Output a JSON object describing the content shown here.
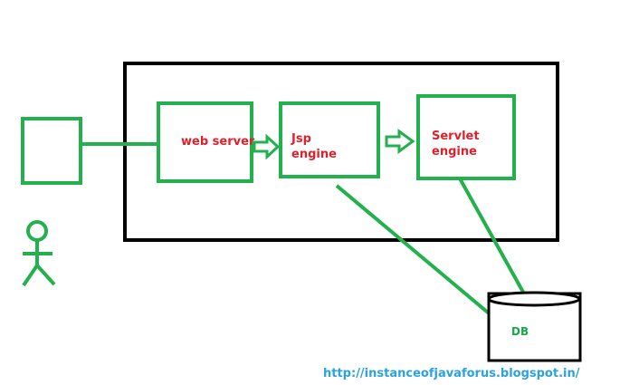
{
  "colors": {
    "box_outline": "#22b14c",
    "container_outline": "#000000",
    "label_red": "#e0202b",
    "label_green": "#1aa94a",
    "url": "#2aa3df"
  },
  "nodes": {
    "web_server": {
      "label": "web server"
    },
    "jsp_engine": {
      "line1": "Jsp",
      "line2": "engine"
    },
    "servlet_engine": {
      "line1": "Servlet",
      "line2": "engine"
    },
    "db": {
      "label": "DB"
    }
  },
  "footer": {
    "url": "http://instanceofjavaforus.blogspot.in/"
  },
  "icons": {
    "client": "square-icon",
    "user": "stick-figure-icon",
    "arrows": "hollow-right-arrow-icon",
    "database": "cylinder-icon"
  }
}
